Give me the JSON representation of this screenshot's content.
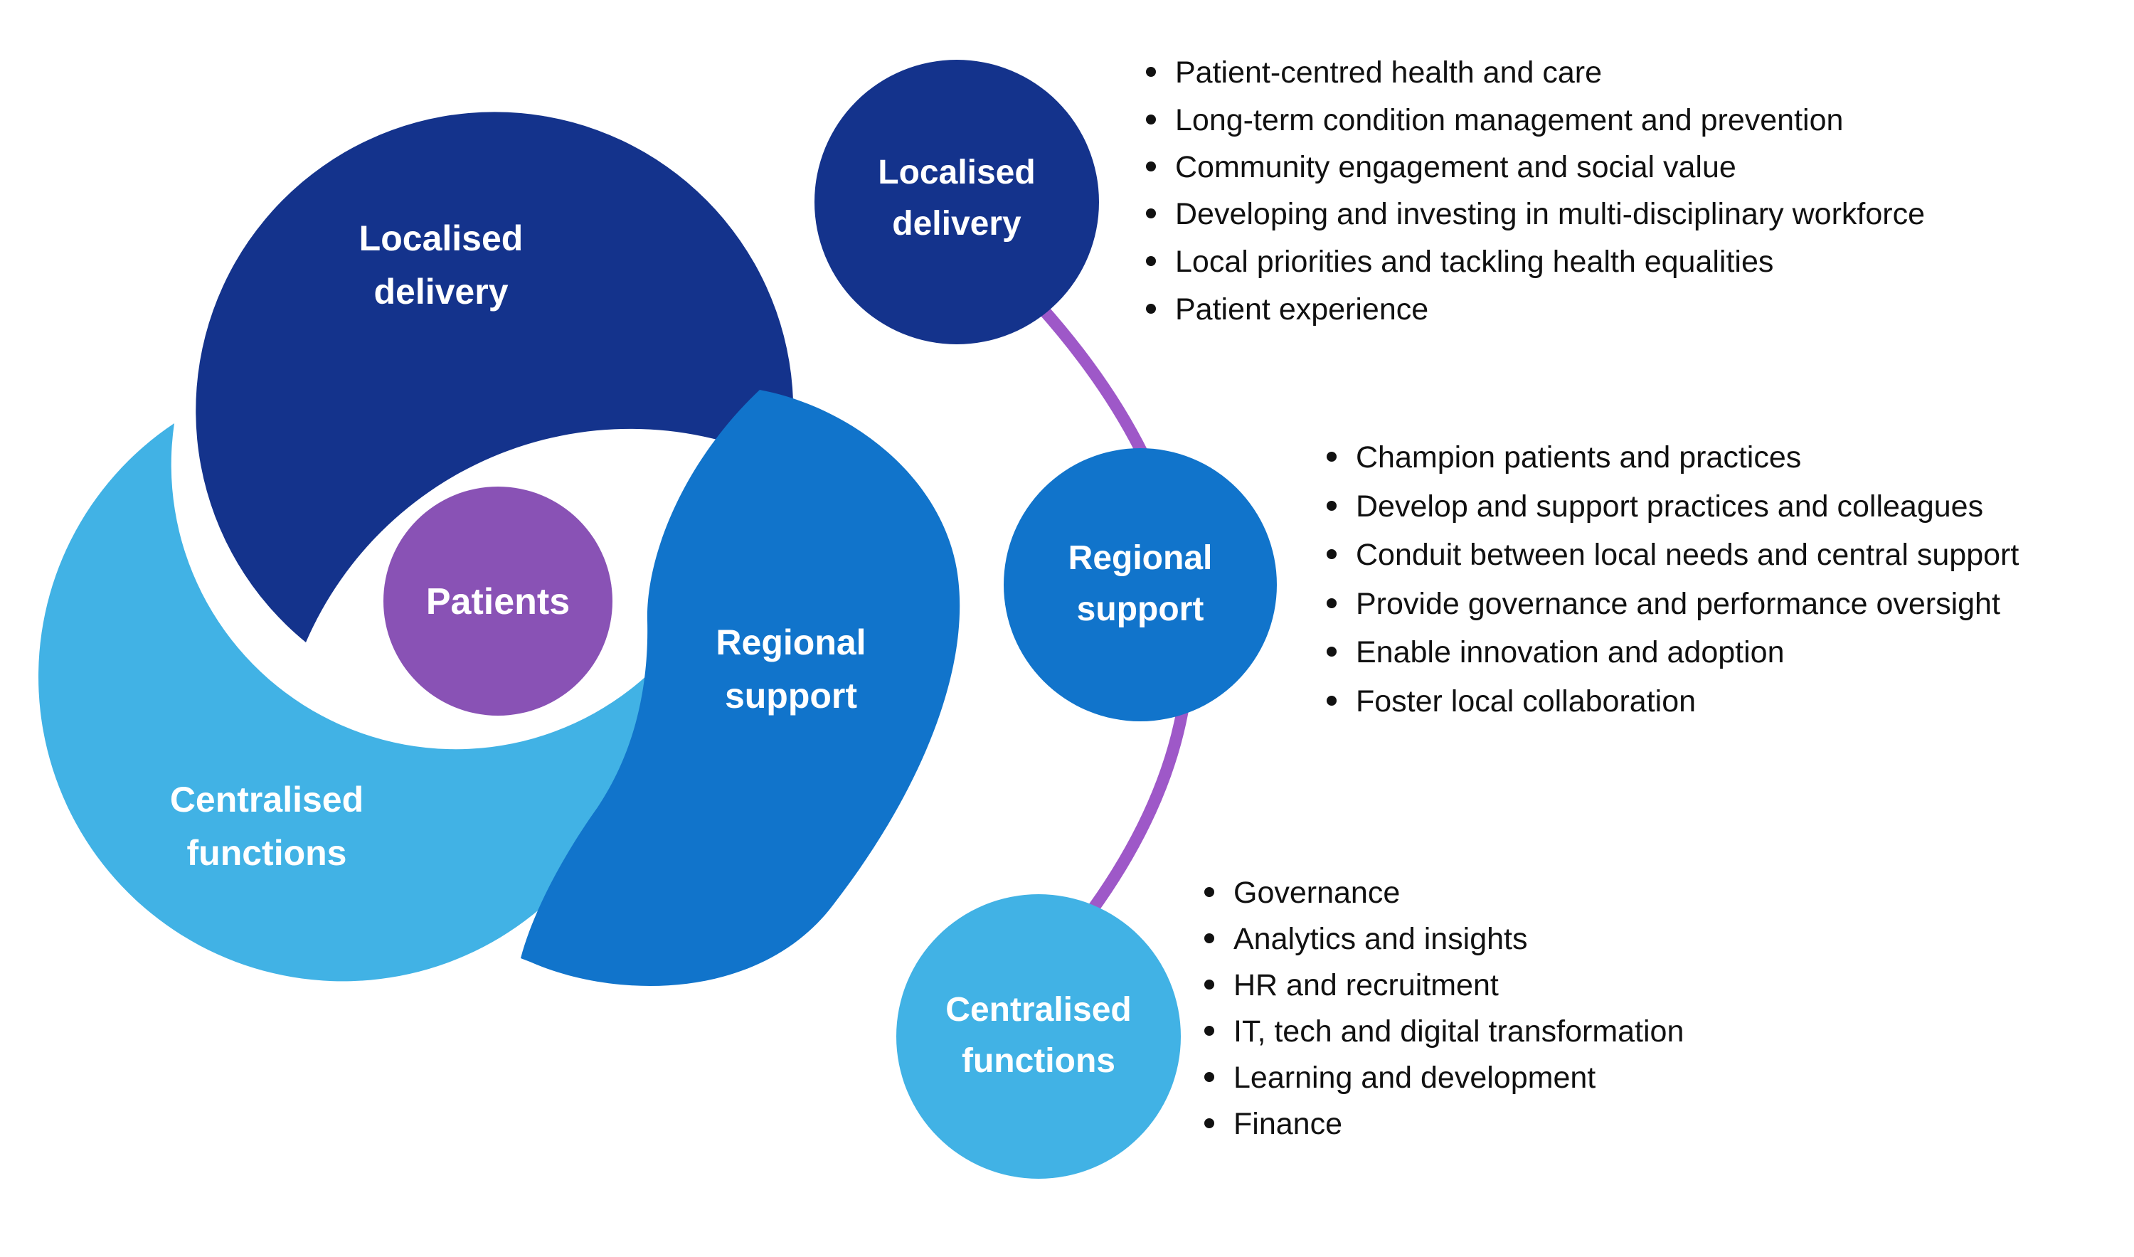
{
  "pinwheel": {
    "center": {
      "label": "Patients",
      "color": "#8952b5"
    },
    "blades": [
      {
        "id": "localised-delivery",
        "label_line1": "Localised",
        "label_line2": "delivery",
        "color": "#14338c"
      },
      {
        "id": "regional-support",
        "label_line1": "Regional",
        "label_line2": "support",
        "color": "#1174cb"
      },
      {
        "id": "centralised-functions",
        "label_line1": "Centralised",
        "label_line2": "functions",
        "color": "#41b2e5"
      }
    ]
  },
  "connector": {
    "color": "#9e58c8"
  },
  "satellites": [
    {
      "id": "localised-delivery",
      "label_line1": "Localised",
      "label_line2": "delivery",
      "color": "#14338c",
      "bullets": [
        "Patient-centred health and care",
        "Long-term condition management and prevention",
        "Community engagement and social value",
        "Developing and investing in multi-disciplinary workforce",
        "Local priorities and tackling health equalities",
        "Patient experience"
      ]
    },
    {
      "id": "regional-support",
      "label_line1": "Regional",
      "label_line2": "support",
      "color": "#1174cb",
      "bullets": [
        "Champion patients and practices",
        "Develop and support practices and colleagues",
        "Conduit between local needs and central support",
        "Provide governance and performance oversight",
        "Enable innovation and adoption",
        "Foster local collaboration"
      ]
    },
    {
      "id": "centralised-functions",
      "label_line1": "Centralised",
      "label_line2": "functions",
      "color": "#41b2e5",
      "bullets": [
        "Governance",
        "Analytics and insights",
        "HR and recruitment",
        "IT, tech and digital transformation",
        "Learning and development",
        "Finance"
      ]
    }
  ]
}
